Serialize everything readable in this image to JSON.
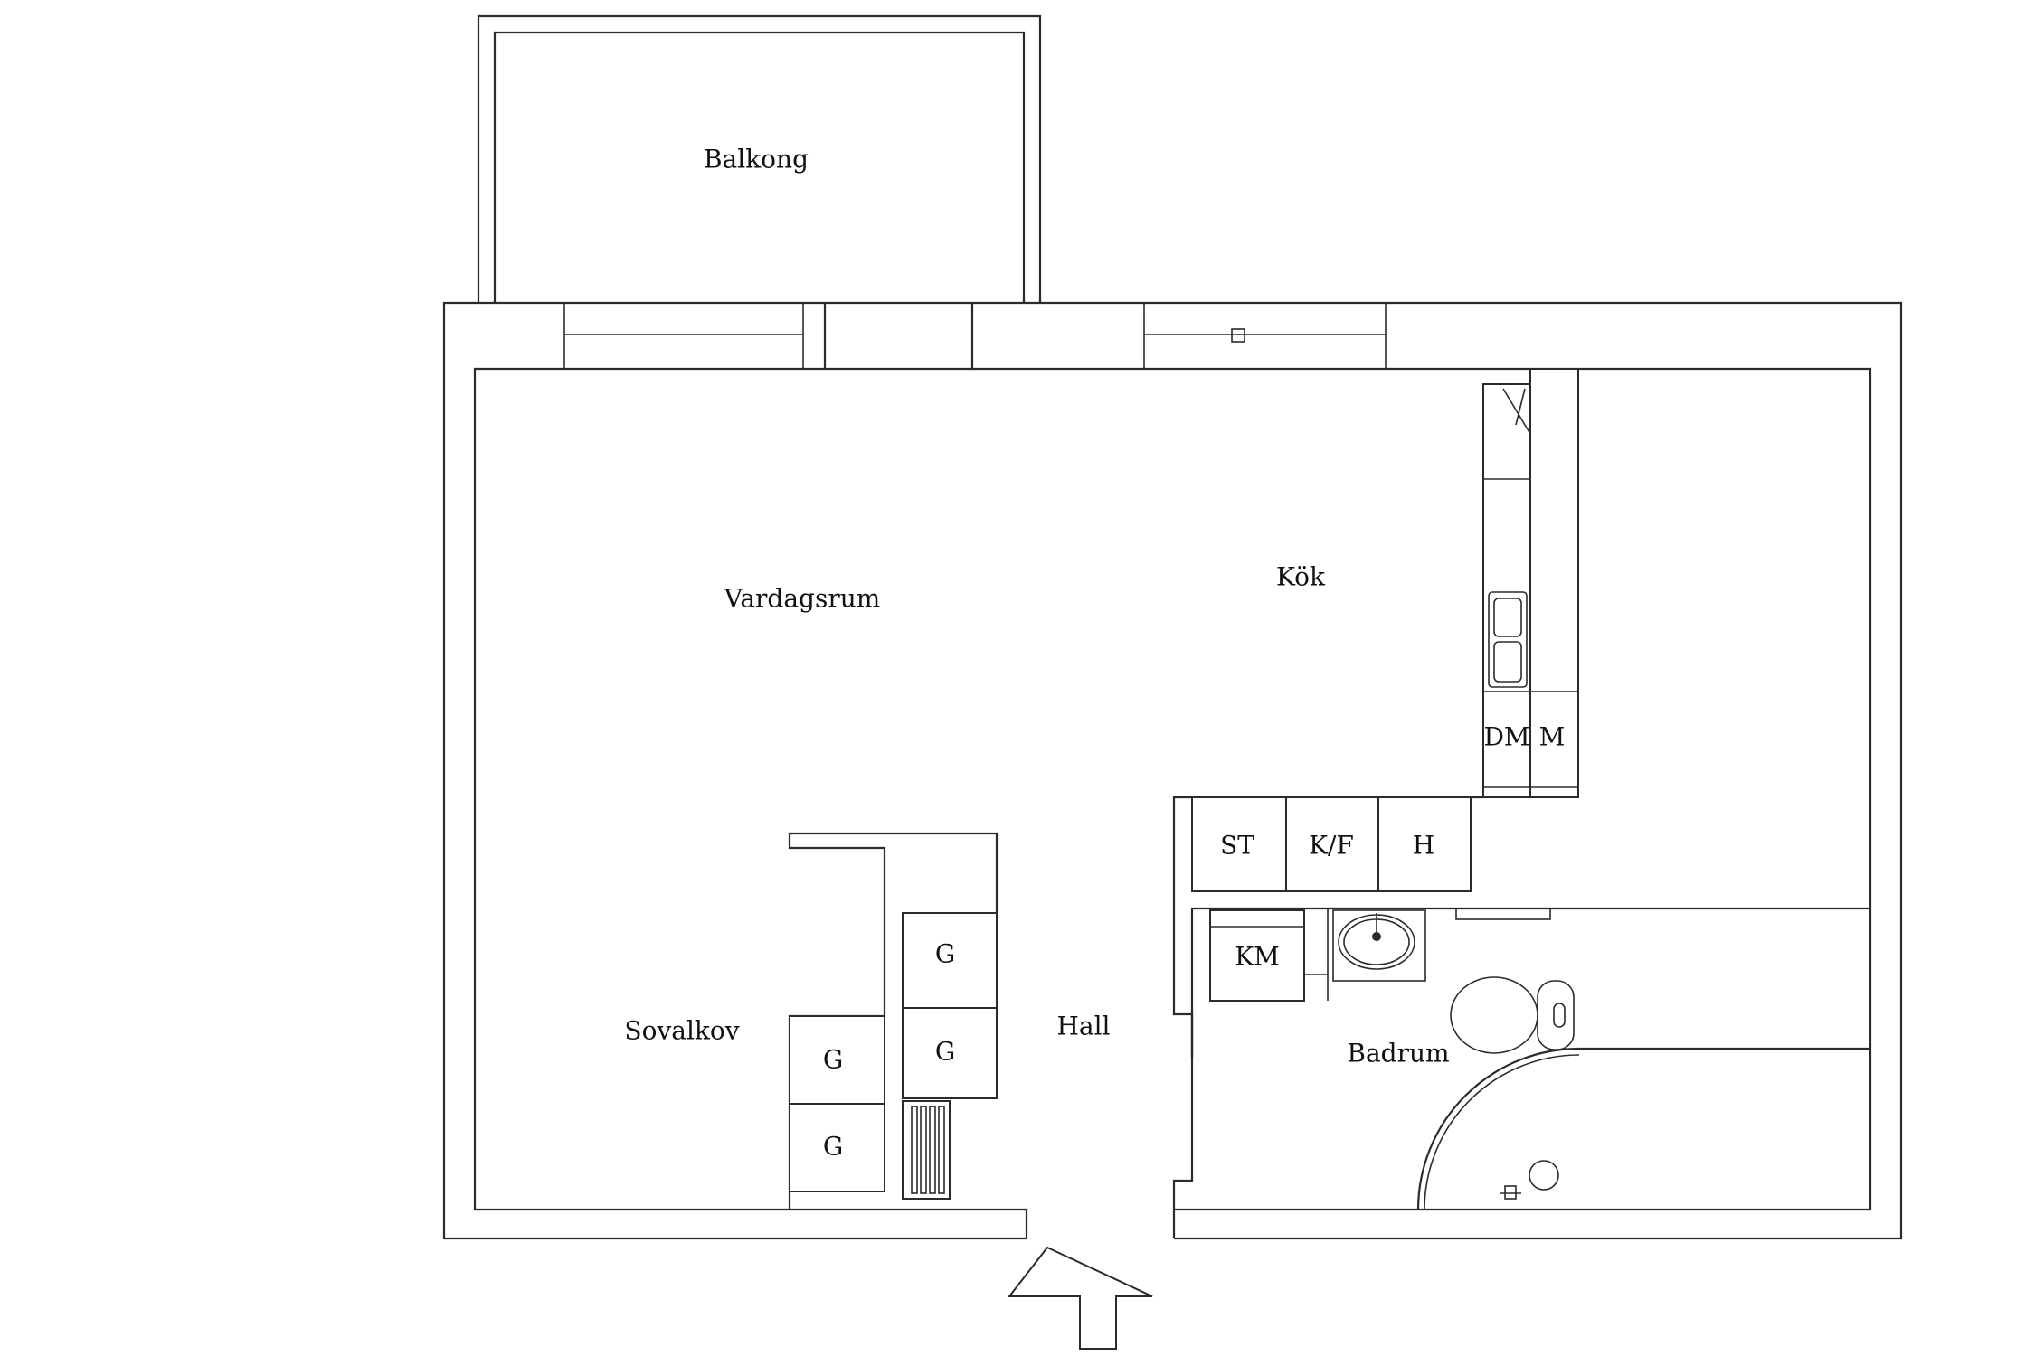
{
  "rooms": {
    "balcony": "Balkong",
    "living_room": "Vardagsrum",
    "kitchen": "Kök",
    "sleeping_alcove": "Sovalkov",
    "hall": "Hall",
    "bathroom": "Badrum"
  },
  "fixtures": {
    "stove": "ST",
    "fridge_freezer": "K/F",
    "hat_shelf": "H",
    "dishwasher": "DM",
    "microwave": "M",
    "washing_machine": "KM",
    "wardrobe": "G"
  },
  "colors": {
    "line": "#2b2b2b",
    "background": "#ffffff",
    "text": "#111111"
  }
}
